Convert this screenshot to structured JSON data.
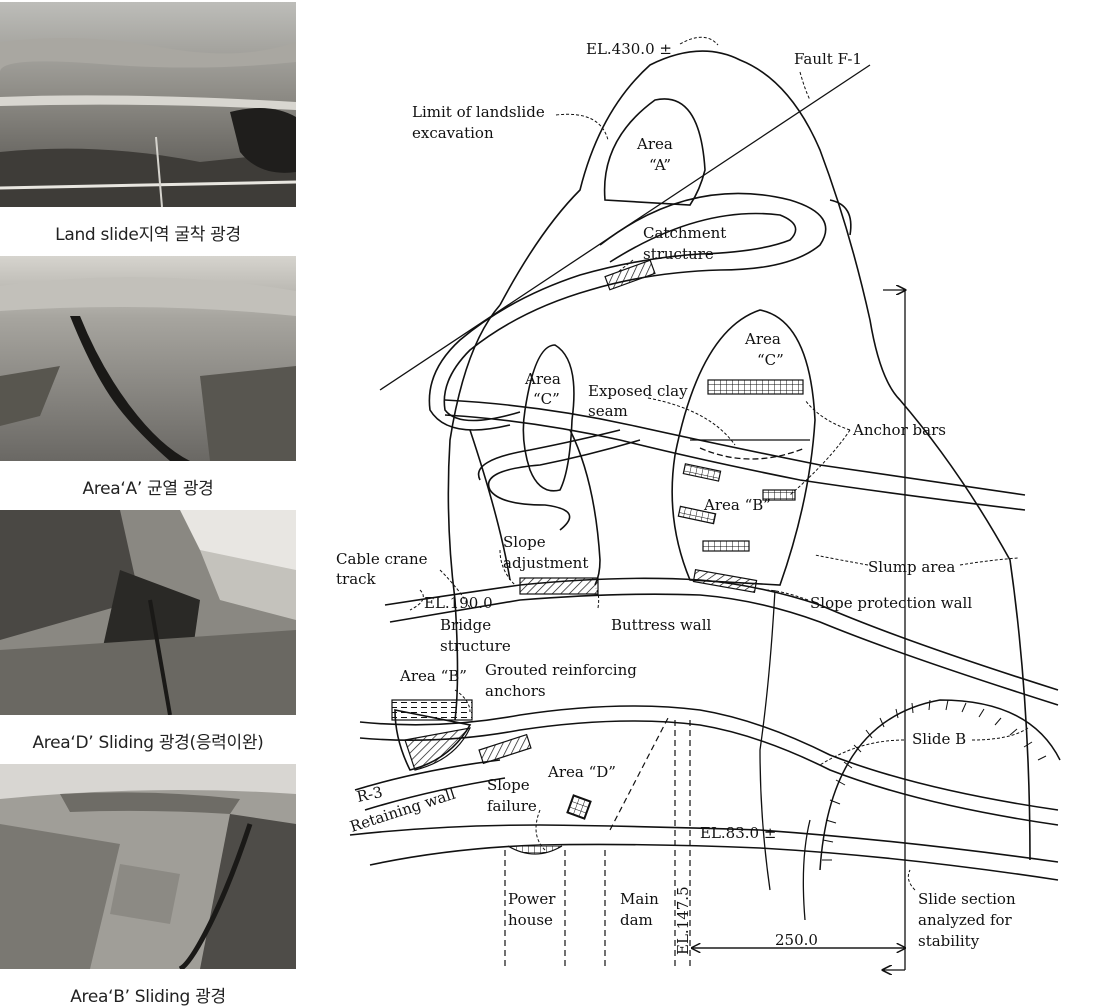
{
  "photos": [
    {
      "caption": "Land slide지역 굴착 광경"
    },
    {
      "caption": "Area‘A’ 균열 광경"
    },
    {
      "caption": "Area‘D’ Sliding 광경(응력이완)"
    },
    {
      "caption": "Area‘B’ Sliding 광경"
    }
  ],
  "diagram": {
    "labels": {
      "el430": "EL.430.0 ±",
      "fault": "Fault F-1",
      "limit1": "Limit of landslide",
      "limit2": "excavation",
      "area_a1": "Area",
      "area_a2": "“A”",
      "catch1": "Catchment",
      "catch2": "structure",
      "area_c1": "Area",
      "area_c2": "“C”",
      "area_c_small1": "Area",
      "area_c_small2": "“C”",
      "clay1": "Exposed clay",
      "clay2": "seam",
      "anchor_bars": "Anchor bars",
      "area_b_main": "Area “B”",
      "slope_adj1": "Slope",
      "slope_adj2": "adjustment",
      "cable1": "Cable crane",
      "cable2": "track",
      "el190": "EL.190.0",
      "slump": "Slump area",
      "bridge1": "Bridge",
      "bridge2": "structure",
      "buttress": "Buttress wall",
      "slope_prot": "Slope protection wall",
      "area_b_left": "Area “B”",
      "grout1": "Grouted reinforcing",
      "grout2": "anchors",
      "slide_b": "Slide B",
      "r3": "R-3",
      "retaining": "Retaining wall",
      "area_d": "Area “D”",
      "failure1": "Slope",
      "failure2": "failure",
      "el83": "EL.83.0 ±",
      "power1": "Power",
      "power2": "house",
      "dam1": "Main",
      "dam2": "dam",
      "el147": "EL.147.5",
      "dim250": "250.0",
      "section1": "Slide section",
      "section2": "analyzed for",
      "section3": "stability"
    }
  }
}
